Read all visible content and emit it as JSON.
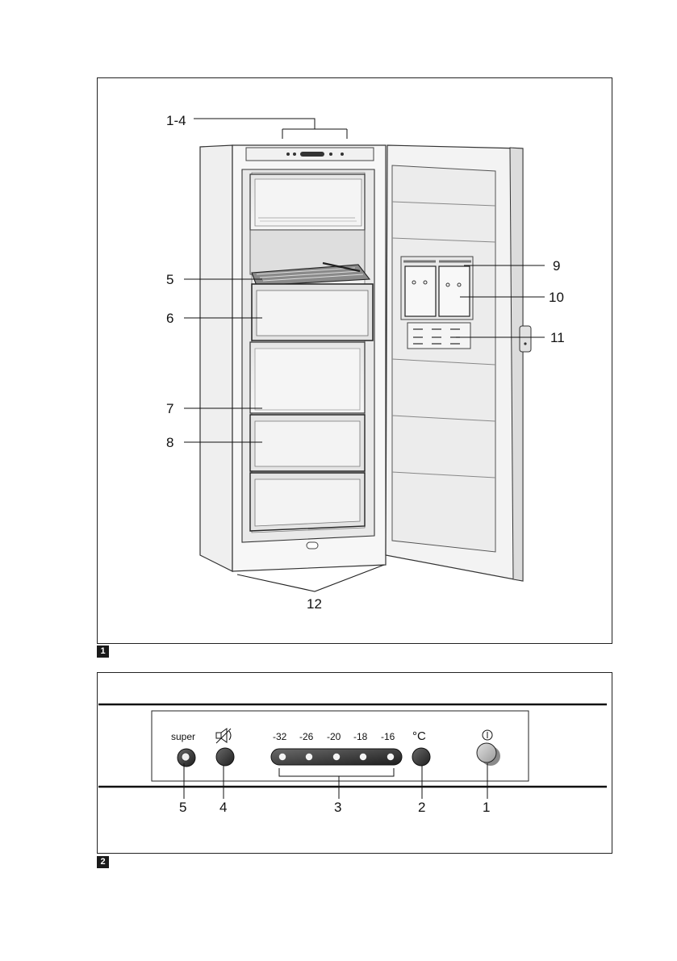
{
  "figure1": {
    "tag": "1",
    "callouts": {
      "c1_4": "1-4",
      "c5": "5",
      "c6": "6",
      "c7": "7",
      "c8": "8",
      "c9": "9",
      "c10": "10",
      "c11": "11",
      "c12": "12"
    }
  },
  "figure2": {
    "tag": "2",
    "super_label": "super",
    "temps": [
      "-32",
      "-26",
      "-20",
      "-18",
      "-16"
    ],
    "unit_label": "°C",
    "power_symbol": "Ⓘ",
    "callouts": {
      "c5": "5",
      "c4": "4",
      "c3": "3",
      "c2": "2",
      "c1": "1"
    }
  }
}
